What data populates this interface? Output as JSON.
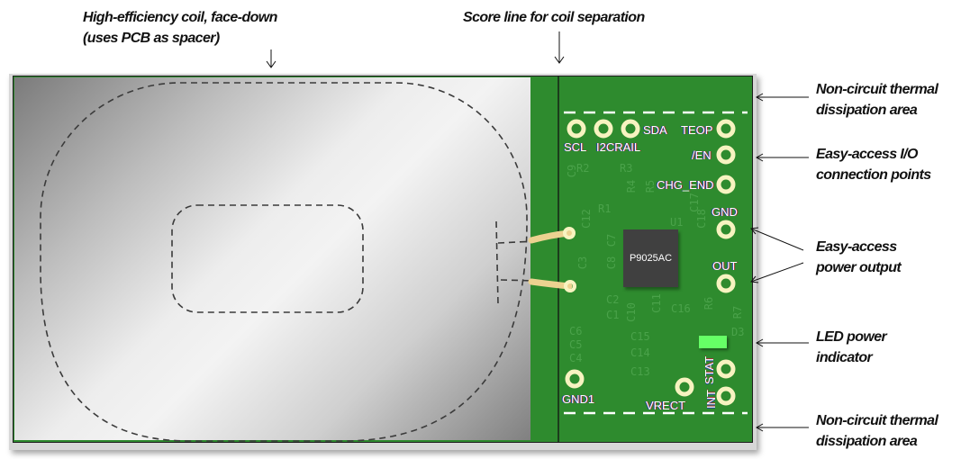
{
  "callouts": {
    "coil": [
      "High-efficiency coil, face-down",
      "(uses PCB as spacer)"
    ],
    "score_line": "Score line for coil separation",
    "thermal_top": [
      "Non-circuit thermal",
      "dissipation area"
    ],
    "io_points": [
      "Easy-access I/O",
      "connection points"
    ],
    "power_output": [
      "Easy-access",
      "power output"
    ],
    "led": [
      "LED power",
      "indicator"
    ],
    "thermal_bottom": [
      "Non-circuit thermal",
      "dissipation area"
    ]
  },
  "board": {
    "colors": {
      "pcb": "#2e8b2e",
      "pad_ring": "#f7f3c0",
      "led": "#66ff66",
      "chip": "#404040",
      "wire": "#ecd290"
    },
    "chip_label": "P9025AC",
    "pads": {
      "scl": "SCL",
      "i2crail": "I2CRAIL",
      "sda": "SDA",
      "teop": "TEOP",
      "en": "/EN",
      "chg_end": "CHG_END",
      "gnd": "GND",
      "out": "OUT",
      "stat": "STAT",
      "int": "INT",
      "gnd1": "GND1",
      "vrect": "VRECT"
    },
    "silkscreen": [
      "C9",
      "R2",
      "R3",
      "R4",
      "R5",
      "C12",
      "R1",
      "C17",
      "C18",
      "U1",
      "C7",
      "C3",
      "C8",
      "C2",
      "C1",
      "C10",
      "C11",
      "C16",
      "R6",
      "R7",
      "C6",
      "C5",
      "C4",
      "C15",
      "C14",
      "C13",
      "D3"
    ]
  }
}
